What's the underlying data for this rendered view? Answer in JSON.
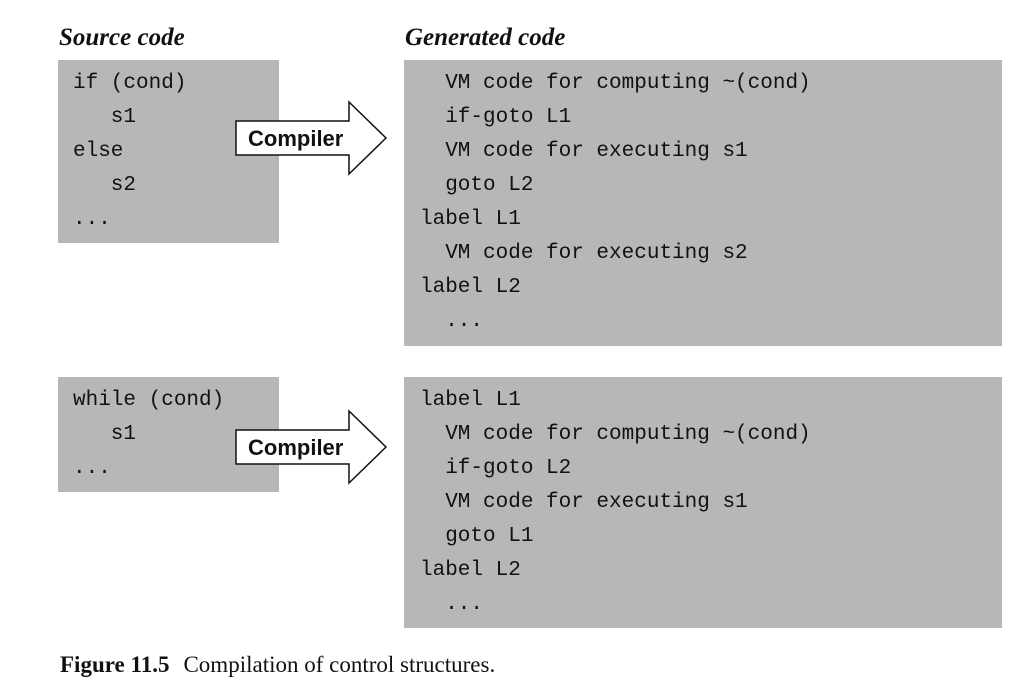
{
  "headings": {
    "source": "Source code",
    "generated": "Generated code"
  },
  "arrow_label": "Compiler",
  "examples": [
    {
      "source": [
        "if (cond)",
        "   s1",
        "else",
        "   s2",
        "..."
      ],
      "generated": [
        "  VM code for computing ~(cond)",
        "  if-goto L1",
        "  VM code for executing s1",
        "  goto L2",
        "label L1",
        "  VM code for executing s2",
        "label L2",
        "  ..."
      ]
    },
    {
      "source": [
        "while (cond)",
        "   s1",
        "..."
      ],
      "generated": [
        "label L1",
        "  VM code for computing ~(cond)",
        "  if-goto L2",
        "  VM code for executing s1",
        "  goto L1",
        "label L2",
        "  ..."
      ]
    }
  ],
  "caption": {
    "number": "Figure 11.5",
    "text": "Compilation of control structures."
  },
  "colors": {
    "box_fill": "#b7b7b7",
    "text": "#111111"
  }
}
